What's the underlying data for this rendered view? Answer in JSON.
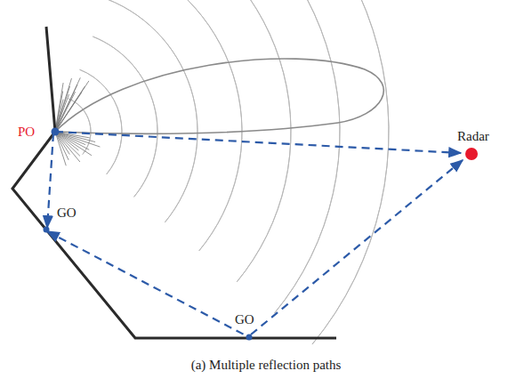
{
  "diagram": {
    "caption": "(a) Multiple reflection paths",
    "labels": [
      "PO",
      "GO",
      "GO",
      "Radar"
    ]
  }
}
